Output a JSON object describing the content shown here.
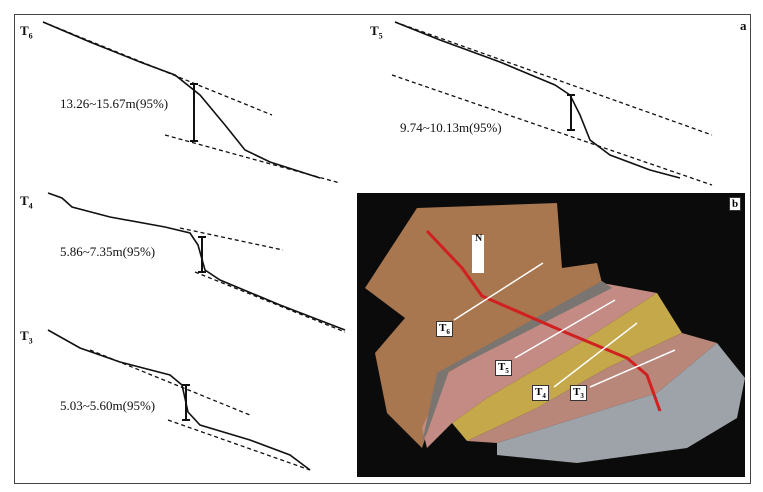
{
  "panel_a": {
    "letter": "a",
    "profiles": [
      {
        "terrace": "T",
        "sub": "6",
        "offset": "13.26~15.67m(95%)"
      },
      {
        "terrace": "T",
        "sub": "5",
        "offset": "9.74~10.13m(95%)"
      },
      {
        "terrace": "T",
        "sub": "4",
        "offset": "5.86~7.35m(95%)"
      },
      {
        "terrace": "T",
        "sub": "3",
        "offset": "5.03~5.60m(95%)"
      }
    ]
  },
  "panel_b": {
    "letter": "b",
    "north": "N",
    "labels": [
      {
        "t": "T",
        "sub": "6"
      },
      {
        "t": "T",
        "sub": "5"
      },
      {
        "t": "T",
        "sub": "4"
      },
      {
        "t": "T",
        "sub": "3"
      }
    ]
  }
}
